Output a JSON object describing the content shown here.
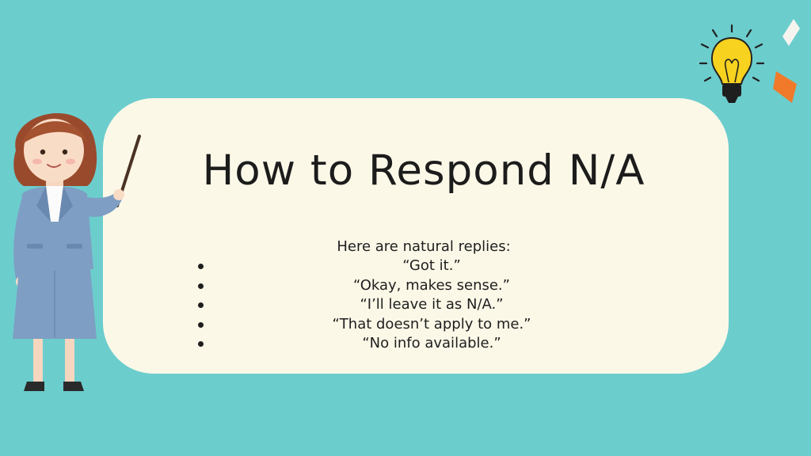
{
  "slide": {
    "title": "How to Respond N/A",
    "intro": "Here are natural replies:",
    "replies": [
      "“Got it.”",
      "“Okay, makes sense.”",
      "“I’ll leave it as N/A.”",
      "“That doesn’t apply to me.”",
      "“No info available.”"
    ]
  },
  "colors": {
    "background": "#6ccdcd",
    "card": "#fcf8e8",
    "text": "#1c1c1c",
    "bulb": "#f7d21e",
    "accent_orange": "#f07a2a",
    "suit": "#7e9ec4"
  },
  "icons": [
    "teacher-illustration",
    "lightbulb-icon",
    "diamond-shape",
    "orange-shape"
  ]
}
